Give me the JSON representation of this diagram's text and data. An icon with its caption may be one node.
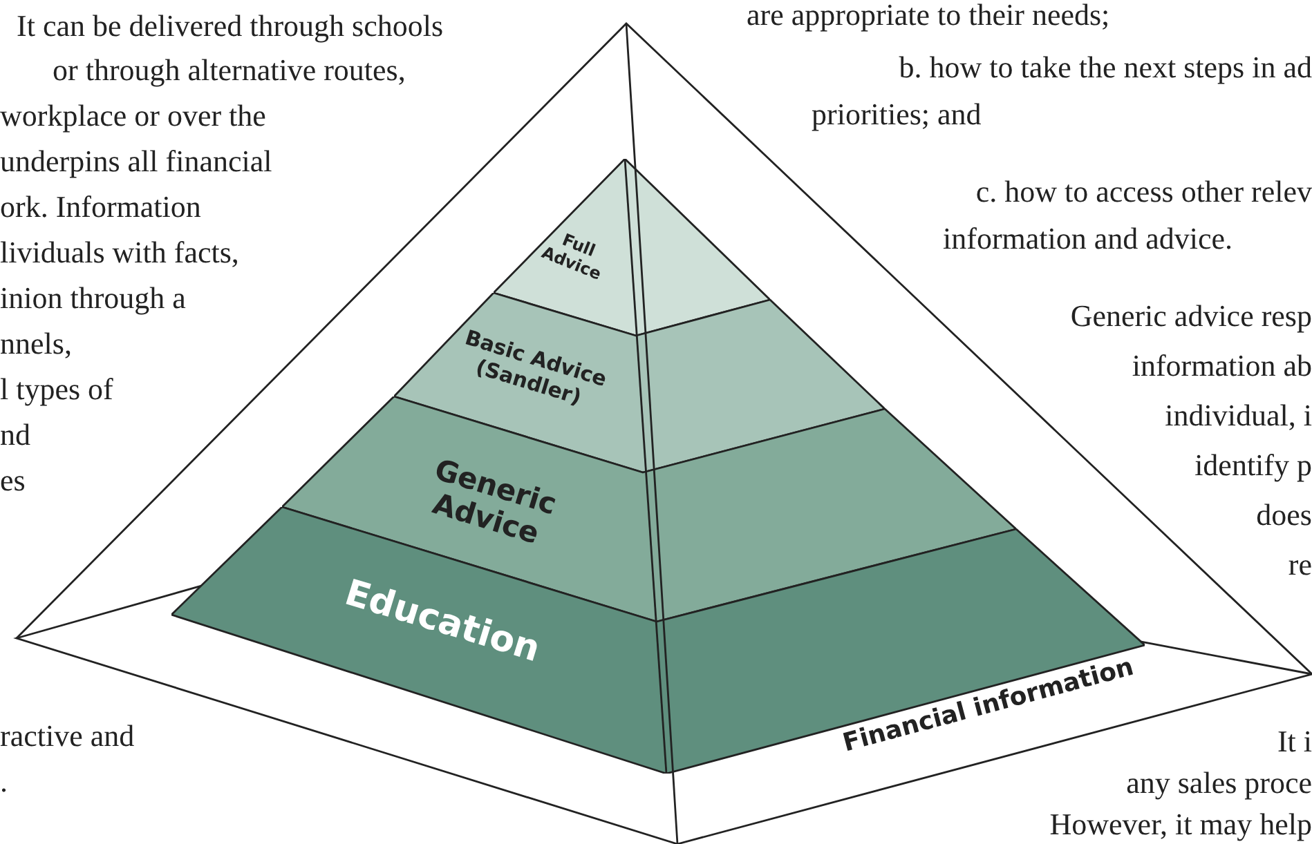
{
  "diagram": {
    "nodes": [
      {
        "text": [
          "Full Advice"
        ]
      },
      {
        "text": [
          "Basic Advice (Sandler)"
        ]
      },
      {
        "text": [
          "Generic Advice"
        ]
      },
      {
        "text": [
          "Education"
        ]
      },
      {
        "text": [
          "Financial information"
        ]
      }
    ],
    "labels": [
      "It can be delivered through schools",
      "or through alternative routes,",
      "workplace or over the",
      "underpins all financial",
      "ork. Information",
      "lividuals with facts,",
      "inion through a",
      "nnels,",
      "l types of",
      "nd",
      "es",
      "ractive and",
      ".",
      "are appropriate to their needs;",
      "b. how to take the next steps in ad",
      "priorities; and",
      "c. how to access other relev",
      "information and advice.",
      "Generic advice resp",
      "information ab",
      "individual, i",
      "identify p",
      "does",
      "re",
      "It i",
      "any sales proce",
      "However, it may help"
    ]
  }
}
